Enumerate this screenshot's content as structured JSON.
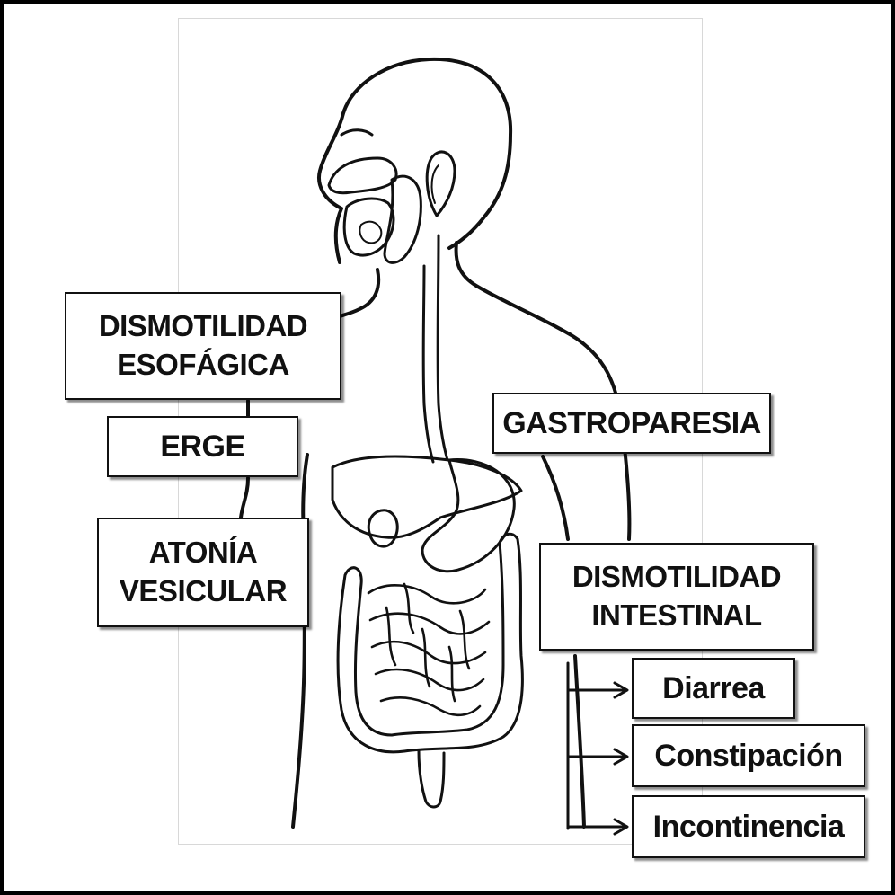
{
  "labels": {
    "esophageal": [
      "DISMOTILIDAD",
      "ESOFÁGICA"
    ],
    "gerd": "ERGE",
    "gallbladder": [
      "ATONÍA",
      "VESICULAR"
    ],
    "gastroparesis": "GASTROPARESIA",
    "intestinal": [
      "DISMOTILIDAD",
      "INTESTINAL"
    ],
    "symptoms": [
      "Diarrea",
      "Constipación",
      "Incontinencia"
    ]
  },
  "colors": {
    "stroke": "#111111",
    "background": "#ffffff",
    "frame": "#000000"
  }
}
